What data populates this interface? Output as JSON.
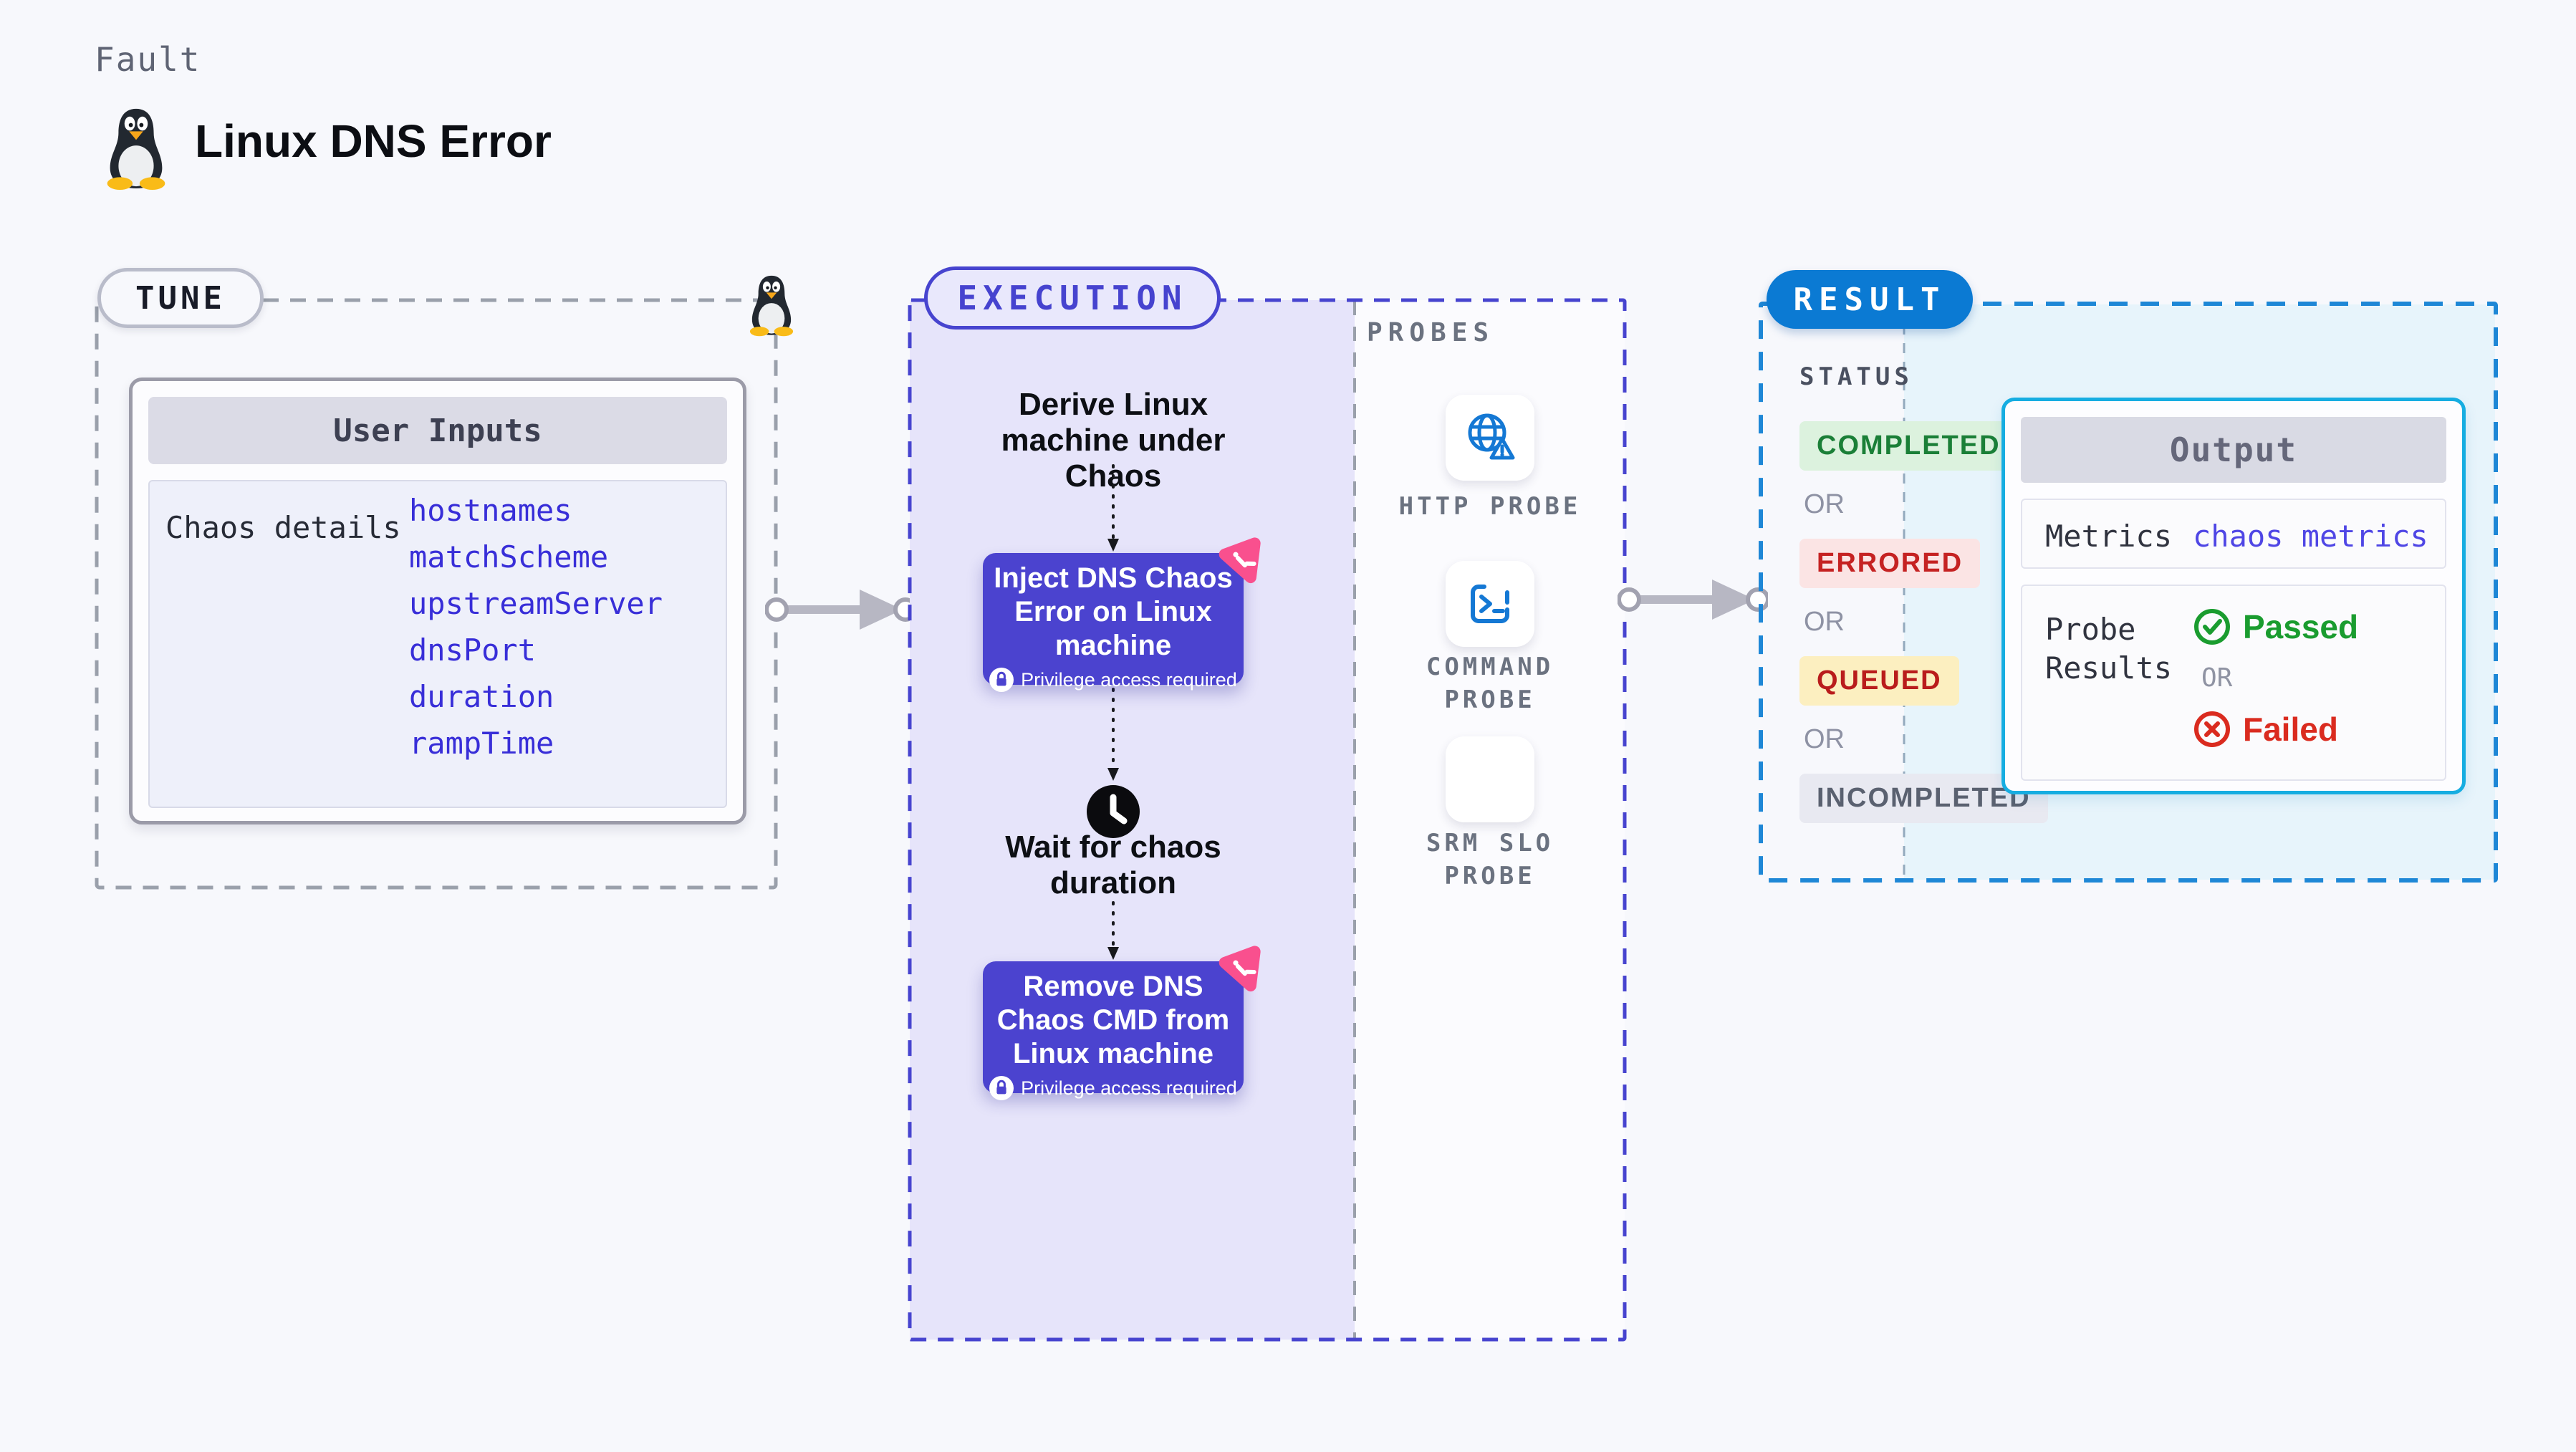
{
  "page": {
    "kicker": "Fault",
    "title": "Linux DNS Error"
  },
  "colors": {
    "accent_indigo": "#4b43cf",
    "execution_bg": "#e6e4fa",
    "result_blue": "#0b7ad3",
    "output_border_cyan": "#16ade1",
    "pink_badge": "#f9508e",
    "probe_icon_blue": "#1478d4",
    "passed_green": "#1a9c2f",
    "failed_red": "#da2b1f"
  },
  "tune": {
    "label": "TUNE",
    "card_header": "User Inputs",
    "row_label": "Chaos details",
    "params": [
      "hostnames",
      "matchScheme",
      "upstreamServer",
      "dnsPort",
      "duration",
      "rampTime"
    ]
  },
  "execution": {
    "label": "EXECUTION",
    "derive_text": "Derive Linux machine under Chaos",
    "inject_title": "Inject DNS Chaos Error on Linux machine",
    "wait_text": "Wait for chaos duration",
    "remove_title": "Remove DNS Chaos CMD from Linux machine",
    "privilege_note": "Privilege access required"
  },
  "probes": {
    "label": "PROBES",
    "items": [
      {
        "name": "HTTP PROBE",
        "icon": "globe-warning-icon"
      },
      {
        "name": "COMMAND PROBE",
        "icon": "terminal-icon"
      },
      {
        "name": "SRM SLO PROBE",
        "icon": "donut-check-icon"
      }
    ]
  },
  "result": {
    "label": "RESULT",
    "status_label": "STATUS",
    "or_label": "OR",
    "statuses": [
      {
        "text": "COMPLETED",
        "fg": "#1a7f37",
        "bg": "#dcf2de"
      },
      {
        "text": "ERRORED",
        "fg": "#c52222",
        "bg": "#fbe4e4"
      },
      {
        "text": "QUEUED",
        "fg": "#b91c1c",
        "bg": "#fcefc0"
      },
      {
        "text": "INCOMPLETED",
        "fg": "#5a6170",
        "bg": "#e8e9f1"
      }
    ],
    "output": {
      "header": "Output",
      "metrics_label": "Metrics",
      "metrics_value": "chaos metrics",
      "probe_results_label": "Probe Results",
      "passed_label": "Passed",
      "failed_label": "Failed"
    }
  }
}
